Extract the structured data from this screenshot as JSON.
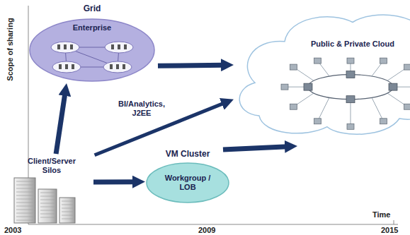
{
  "diagram": {
    "nodes": [
      {
        "text": [
          "Grid",
          "Enterprise"
        ]
      },
      {
        "text": [
          "Public & Private Cloud"
        ]
      },
      {
        "text": [
          "Client/Server Silos"
        ]
      },
      {
        "text": [
          "VM Cluster",
          "Workgroup / LOB"
        ]
      }
    ],
    "edges": [
      {
        "from": 2,
        "to": 0,
        "arrow": "to"
      },
      {
        "from": 0,
        "to": 1,
        "arrow": "to"
      },
      {
        "from": 2,
        "to": 1,
        "label": "BI/Analytics, J2EE",
        "arrow": "to"
      },
      {
        "from": 2,
        "to": 3,
        "arrow": "to"
      },
      {
        "from": 3,
        "to": 1,
        "arrow": "to"
      }
    ],
    "labels": [
      "Scope of sharing",
      "Time",
      "2003",
      "2009",
      "2015"
    ]
  }
}
